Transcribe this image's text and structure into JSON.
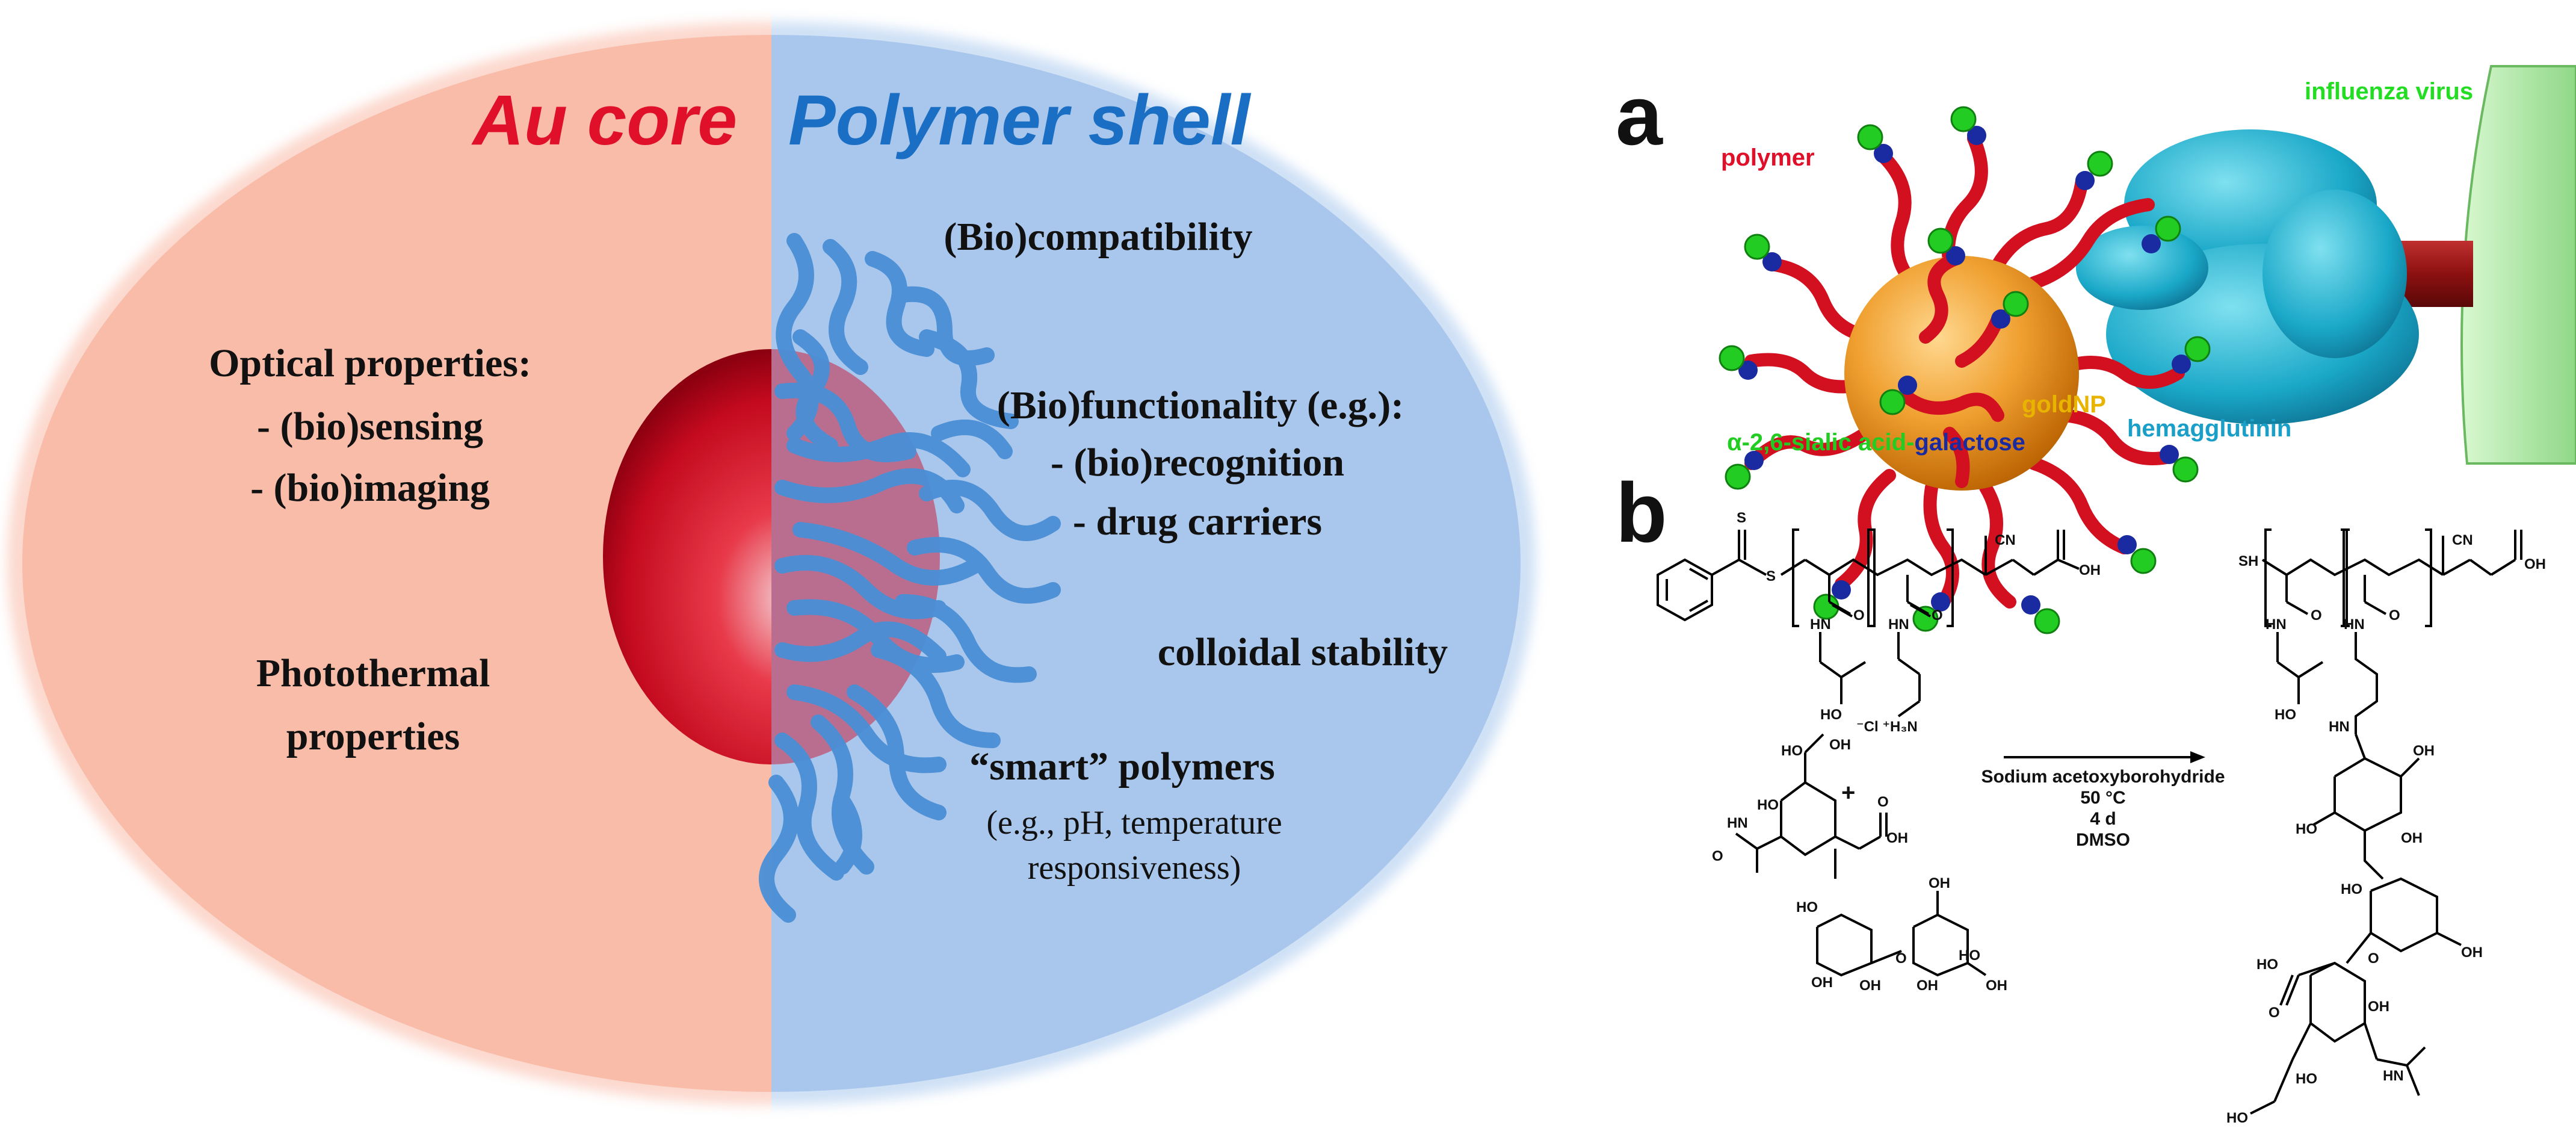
{
  "left_panel": {
    "core_title": "Au core",
    "shell_title": "Polymer shell",
    "core_properties": {
      "optical_heading": "Optical properties:",
      "optical_items": [
        "- (bio)sensing",
        "- (bio)imaging"
      ],
      "photothermal_lines": [
        "Photothermal",
        "properties"
      ]
    },
    "shell_properties": {
      "compatibility": "(Bio)compatibility",
      "functionality_heading": "(Bio)functionality (e.g.):",
      "functionality_items": [
        "- (bio)recognition",
        "- drug carriers"
      ],
      "colloidal": "colloidal stability",
      "smart_heading": "“smart” polymers",
      "smart_details": [
        "(e.g., pH, temperature",
        "responsiveness)"
      ]
    },
    "colors": {
      "core_fill": "#f9b9a6",
      "shell_fill": "#a8c8ee",
      "core_title": "#e0102a",
      "shell_title": "#1a6fc4",
      "sphere": "#d0102a",
      "polymer_chain": "#4a8fd6"
    }
  },
  "panel_a": {
    "label": "a",
    "labels": {
      "polymer": "polymer",
      "influenza_virus": "influenza virus",
      "goldnp": "goldNP",
      "hemagglutinin": "hemagglutinin",
      "sialic_part": "α-2,6-sialic acid-",
      "galactose_part": "galactose"
    },
    "colors": {
      "polymer": "#e0102a",
      "influenza": "#22dd22",
      "goldnp": "#e8b400",
      "hemagglutinin": "#1aa0c8",
      "galactose": "#1a2aa0",
      "gold_sphere": "#f0a020",
      "virus_membrane": "#a8e8a0",
      "stalk": "#a01818"
    }
  },
  "panel_b": {
    "label": "b",
    "reaction": {
      "reagent": "Sodium acetoxyborohydride",
      "temperature": "50 °C",
      "time": "4 d",
      "solvent": "DMSO"
    },
    "atom_labels": {
      "S": "S",
      "CN": "CN",
      "OH": "OH",
      "O": "O",
      "HN": "HN",
      "HO": "HO",
      "ammonium": "⁻Cl ⁺H₃N",
      "SH": "SH",
      "plus": "+"
    }
  }
}
